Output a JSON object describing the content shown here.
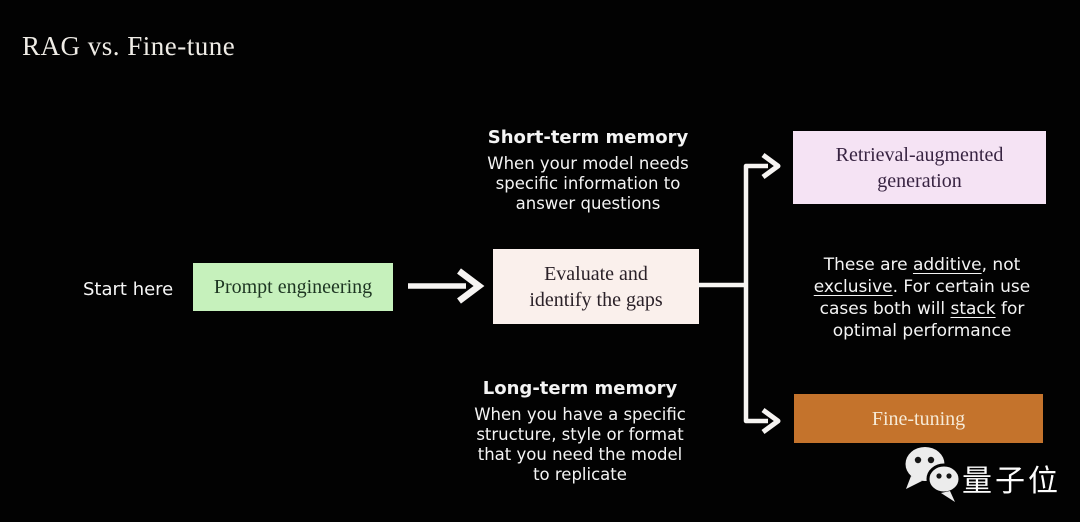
{
  "title": "RAG vs. Fine-tune",
  "flow": {
    "start_label": "Start here",
    "boxes": {
      "prompt": {
        "label": "Prompt engineering",
        "bg": "#c6f1bc",
        "fg": "#1d3522"
      },
      "evaluate": {
        "label": "Evaluate and\nidentify the gaps",
        "bg": "#faf0ec",
        "fg": "#2a2128"
      },
      "rag": {
        "label": "Retrieval-augmented\ngeneration",
        "bg": "#f5e3f4",
        "fg": "#382442"
      },
      "finetune": {
        "label": "Fine-tuning",
        "bg": "#c4732c",
        "fg": "#f6ead6"
      }
    },
    "connector_color": "#f6f4f2"
  },
  "notes": {
    "short_term": {
      "title": "Short-term memory",
      "body": "When your model needs\nspecific information to\nanswer questions"
    },
    "long_term": {
      "title": "Long-term memory",
      "body": "When you have a specific\nstructure, style or format\nthat you need the model\nto replicate"
    }
  },
  "side_note": {
    "lines": [
      [
        {
          "t": "These are "
        },
        {
          "t": "additive",
          "u": true
        },
        {
          "t": ", not"
        }
      ],
      [
        {
          "t": "exclusive",
          "u": true
        },
        {
          "t": ". For certain use"
        }
      ],
      [
        {
          "t": "cases both will "
        },
        {
          "t": "stack",
          "u": true
        },
        {
          "t": " for"
        }
      ],
      [
        {
          "t": "optimal performance"
        }
      ]
    ]
  },
  "watermark": {
    "icon": "wechat-icon",
    "text": "量子位"
  },
  "colors": {
    "background": "#020202",
    "text_white": "#f4f4f4"
  }
}
